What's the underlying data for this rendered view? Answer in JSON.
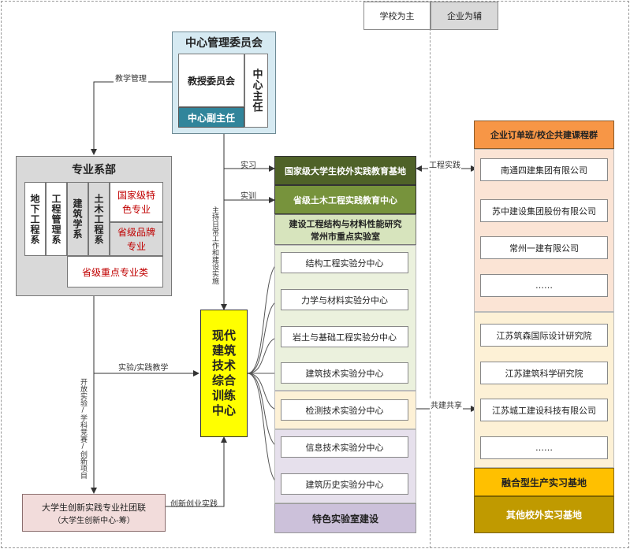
{
  "legend": {
    "school_lead": "学校为主",
    "enterprise_aux": "企业为辅"
  },
  "committee": {
    "title": "中心管理委员会",
    "professors": "教授委员会",
    "director": "中心主任",
    "deputy": "中心副主任"
  },
  "department": {
    "title": "专业系部",
    "subs": [
      "地下工程系",
      "工程管理系",
      "建筑学系",
      "土木工程系"
    ],
    "national": "国家级特色专业",
    "provincial_brand": "省级品牌专业",
    "provincial_key": "省级重点专业类"
  },
  "center": {
    "title": "现代建筑技术综合训练中心"
  },
  "innovation": {
    "line1": "大学生创新实践专业社团联",
    "line2": "（大学生创新中心-筹）"
  },
  "bases": {
    "national_base": "国家级大学生校外实践教育基地",
    "provincial_base": "省级土木工程实践教育中心",
    "lab_line1": "建设工程结构与材料性能研究",
    "lab_line2": "常州市重点实验室"
  },
  "subcenters": [
    "结构工程实验分中心",
    "力学与材料实验分中心",
    "岩土与基础工程实验分中心",
    "建筑技术实验分中心",
    "检测技术实验分中心",
    "信息技术实验分中心",
    "建筑历史实验分中心"
  ],
  "featured_labs": "特色实验室建设",
  "enterprise": {
    "header": "企业订单班/校企共建课程群",
    "companies": [
      "南通四建集团有限公司",
      "苏中建设集团股份有限公司",
      "常州一建有限公司",
      "……"
    ],
    "institutes": [
      "江苏筑森国际设计研究院",
      "江苏建筑科学研究院",
      "江苏城工建设科技有限公司",
      "……"
    ],
    "integrated_base": "融合型生产实习基地",
    "other_bases": "其他校外实习基地"
  },
  "edge_labels": {
    "teaching_mgmt": "教学管理",
    "internship": "实习",
    "training": "实训",
    "hosting": "主持日常工作和建设实施",
    "experiment_teaching": "实验/实践教学",
    "innovation_projects": "开放实验/学科竞赛/创新项目",
    "entrepreneurship": "创新创业实践",
    "engineering_practice": "工程实践",
    "co_build_share": "共建共享"
  }
}
